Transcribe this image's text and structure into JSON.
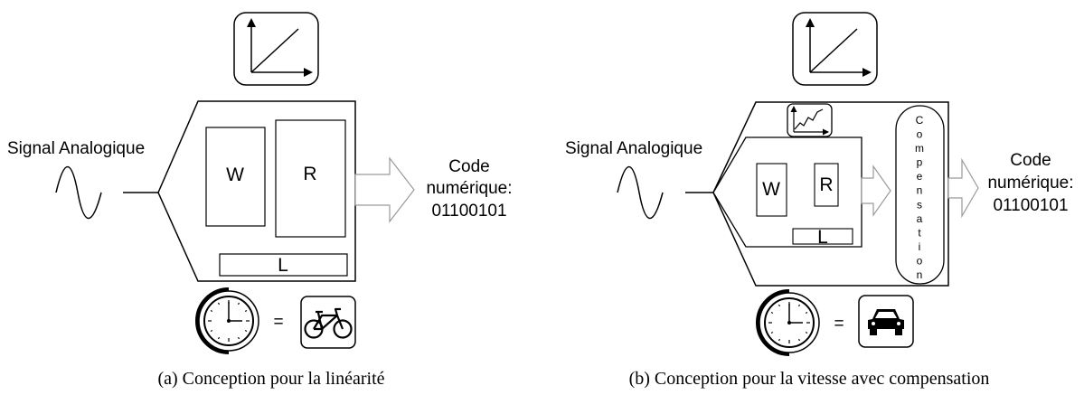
{
  "figure_a": {
    "input_label": "Signal Analogique",
    "block_w": "W",
    "block_r": "R",
    "block_l": "L",
    "output_line1": "Code",
    "output_line2": "numérique:",
    "output_line3": "01100101",
    "equals": "=",
    "caption": "(a)  Conception pour la linéarité",
    "icons": {
      "top": "linear-plot-icon",
      "clock": "clock-icon",
      "vehicle": "bicycle-icon"
    }
  },
  "figure_b": {
    "input_label": "Signal Analogique",
    "block_w": "W",
    "block_r": "R",
    "block_l": "L",
    "compensation": "Compensation",
    "output_line1": "Code",
    "output_line2": "numérique:",
    "output_line3": "01100101",
    "equals": "=",
    "caption": "(b)  Conception pour la vitesse avec compensation",
    "icons": {
      "top": "linear-plot-icon",
      "small": "nonlinear-plot-icon",
      "clock": "clock-icon",
      "vehicle": "car-icon"
    }
  }
}
